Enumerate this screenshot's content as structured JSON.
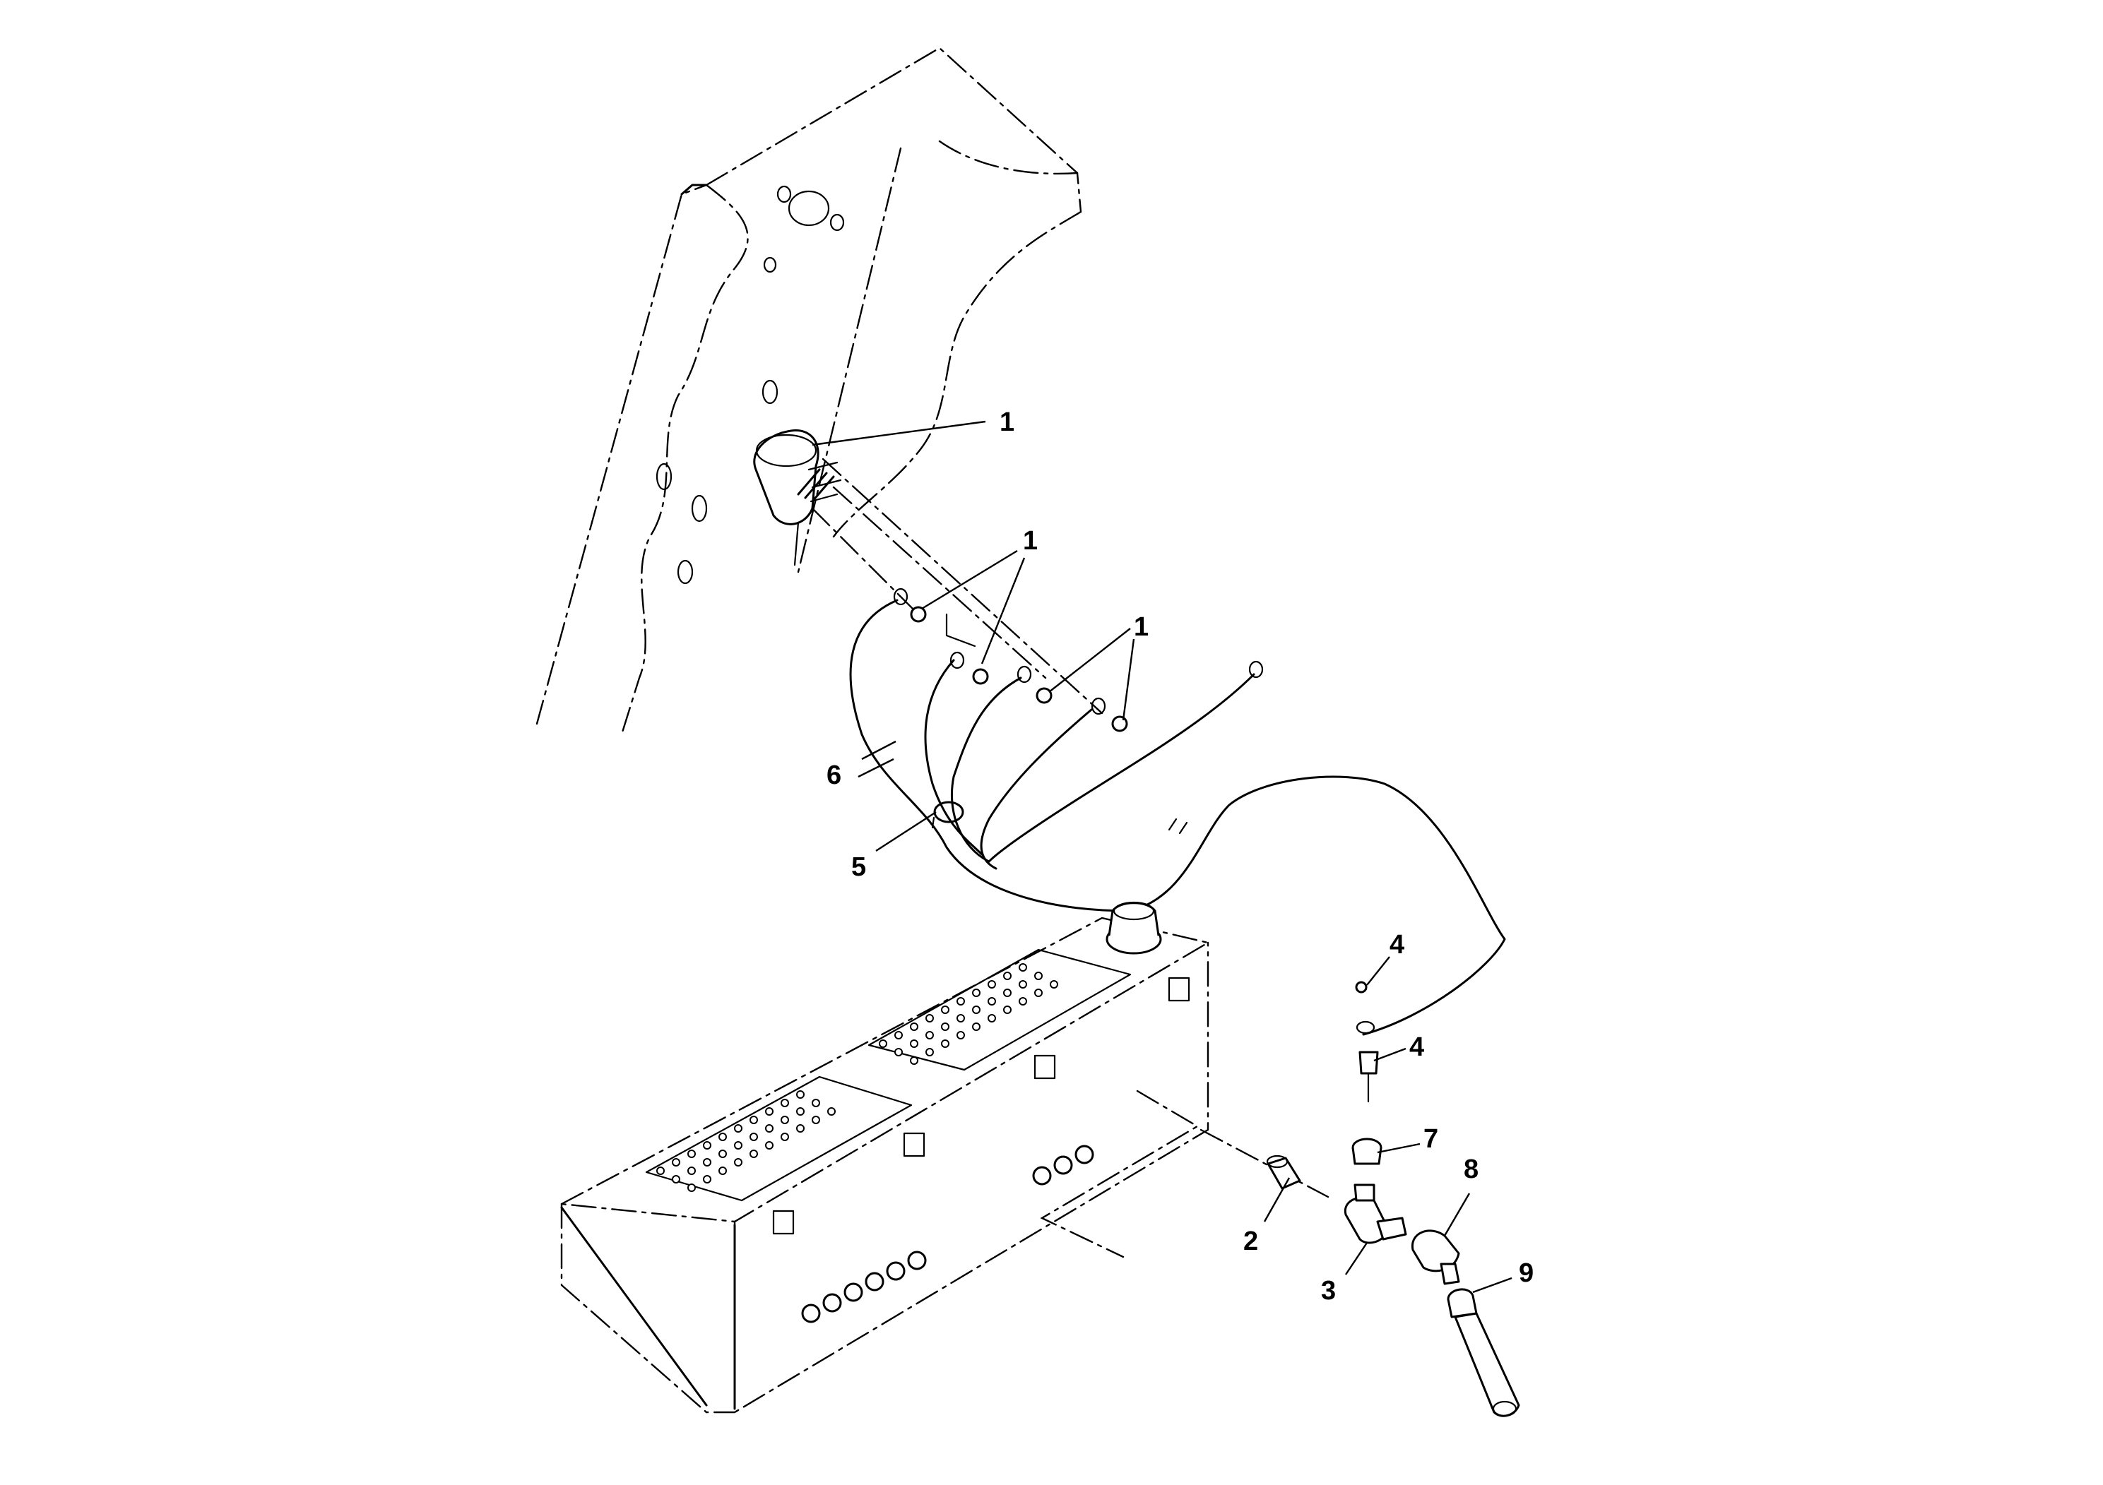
{
  "callouts": [
    {
      "id": "c1a",
      "label": "1"
    },
    {
      "id": "c1b",
      "label": "1"
    },
    {
      "id": "c1c",
      "label": "1"
    },
    {
      "id": "c2",
      "label": "2"
    },
    {
      "id": "c3",
      "label": "3"
    },
    {
      "id": "c4a",
      "label": "4"
    },
    {
      "id": "c4b",
      "label": "4"
    },
    {
      "id": "c5",
      "label": "5"
    },
    {
      "id": "c6",
      "label": "6"
    },
    {
      "id": "c7",
      "label": "7"
    },
    {
      "id": "c8",
      "label": "8"
    },
    {
      "id": "c9",
      "label": "9"
    }
  ]
}
